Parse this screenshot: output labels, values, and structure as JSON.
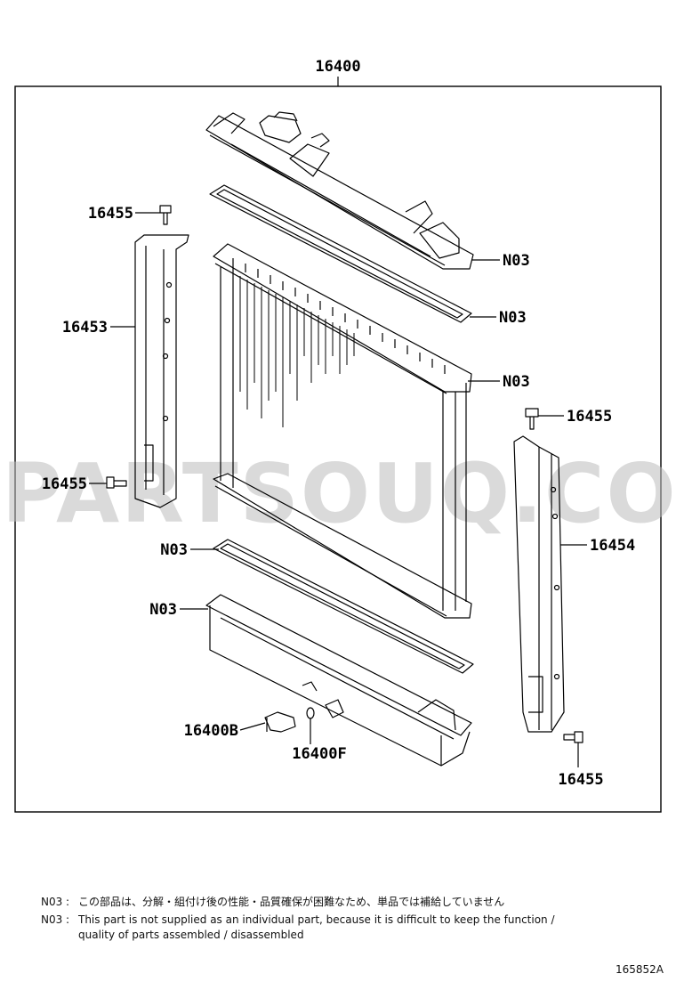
{
  "diagram": {
    "assembly_label": "16400",
    "watermark": "PARTSOUQ.COM",
    "callouts": {
      "n03_upper_tank": "N03",
      "n03_upper_gasket": "N03",
      "n03_core": "N03",
      "n03_lower_gasket": "N03",
      "n03_lower_tank": "N03",
      "bolt_top_left": "16455",
      "bolt_mid_left": "16455",
      "bolt_top_right": "16455",
      "bolt_bottom_right": "16455",
      "support_left": "16453",
      "support_right": "16454",
      "drain_cock": "16400B",
      "drain_oring": "16400F"
    }
  },
  "notes": {
    "jp_code": "N03 :",
    "jp_text": "この部品は、分解・組付け後の性能・品質確保が困難なため、単品では補給していません",
    "en_code": "N03 :",
    "en_text_line1": "This part is not supplied as an individual part, because it is difficult to keep the function /",
    "en_text_line2": "quality of parts assembled / disassembled"
  },
  "diagram_id": "165852A"
}
